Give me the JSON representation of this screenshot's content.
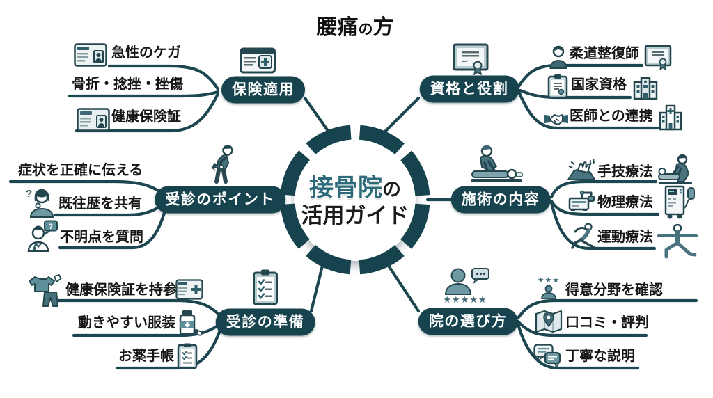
{
  "title": {
    "main": "腰痛",
    "particle": "の",
    "suffix": "方"
  },
  "center": {
    "line1_main": "接骨院",
    "line1_particle": "の",
    "line2": "活用ガイド"
  },
  "colors": {
    "node_teal": "#16434d",
    "accent_teal": "#2d6b7a",
    "icon_teal": "#5f8f9b",
    "icon_dark": "#24464e",
    "line": "#1c4751",
    "text": "#161616",
    "background": "#ffffff"
  },
  "branches": {
    "hoken": {
      "label": "保険適用",
      "items": [
        "急性のケガ",
        "骨折・捻挫・挫傷",
        "健康保険証"
      ]
    },
    "shikaku": {
      "label": "資格と役割",
      "items": [
        "柔道整復師",
        "国家資格",
        "医師との連携"
      ]
    },
    "jushin_point": {
      "label": "受診のポイント",
      "items": [
        "症状を正確に伝える",
        "既往歴を共有",
        "不明点を質問"
      ]
    },
    "sejutsu": {
      "label": "施術の内容",
      "items": [
        "手技療法",
        "物理療法",
        "運動療法"
      ]
    },
    "junbi": {
      "label": "受診の準備",
      "items": [
        "健康保険証を持参",
        "動きやすい服装",
        "お薬手帳"
      ]
    },
    "erabikata": {
      "label": "院の選び方",
      "items": [
        "得意分野を確認",
        "口コミ・評判",
        "丁寧な説明"
      ]
    }
  },
  "icon_glyphs": {
    "question_mark": "?",
    "stars_five": "★★★★★",
    "stars_three": "★★★"
  },
  "icon_names": [
    "insurance-card-icon",
    "medical-card-plus-icon",
    "certificate-icon",
    "person-bust-icon",
    "clipboard-doc-icon",
    "building-icon",
    "handshake-icon",
    "hospital-icon",
    "back-pain-person-icon",
    "woman-question-icon",
    "doctor-question-icon",
    "massage-table-icon",
    "hands-press-icon",
    "massage-scene-icon",
    "physio-arm-machine-icon",
    "physio-cart-icon",
    "stretching-icon",
    "yoga-warrior-icon",
    "clothes-icon",
    "checklist-clipboard-icon",
    "pill-bottle-icon",
    "medicine-notebook-icon",
    "review-person-icon",
    "person-stars-icon",
    "map-pin-icon",
    "chat-bubbles-icon"
  ]
}
